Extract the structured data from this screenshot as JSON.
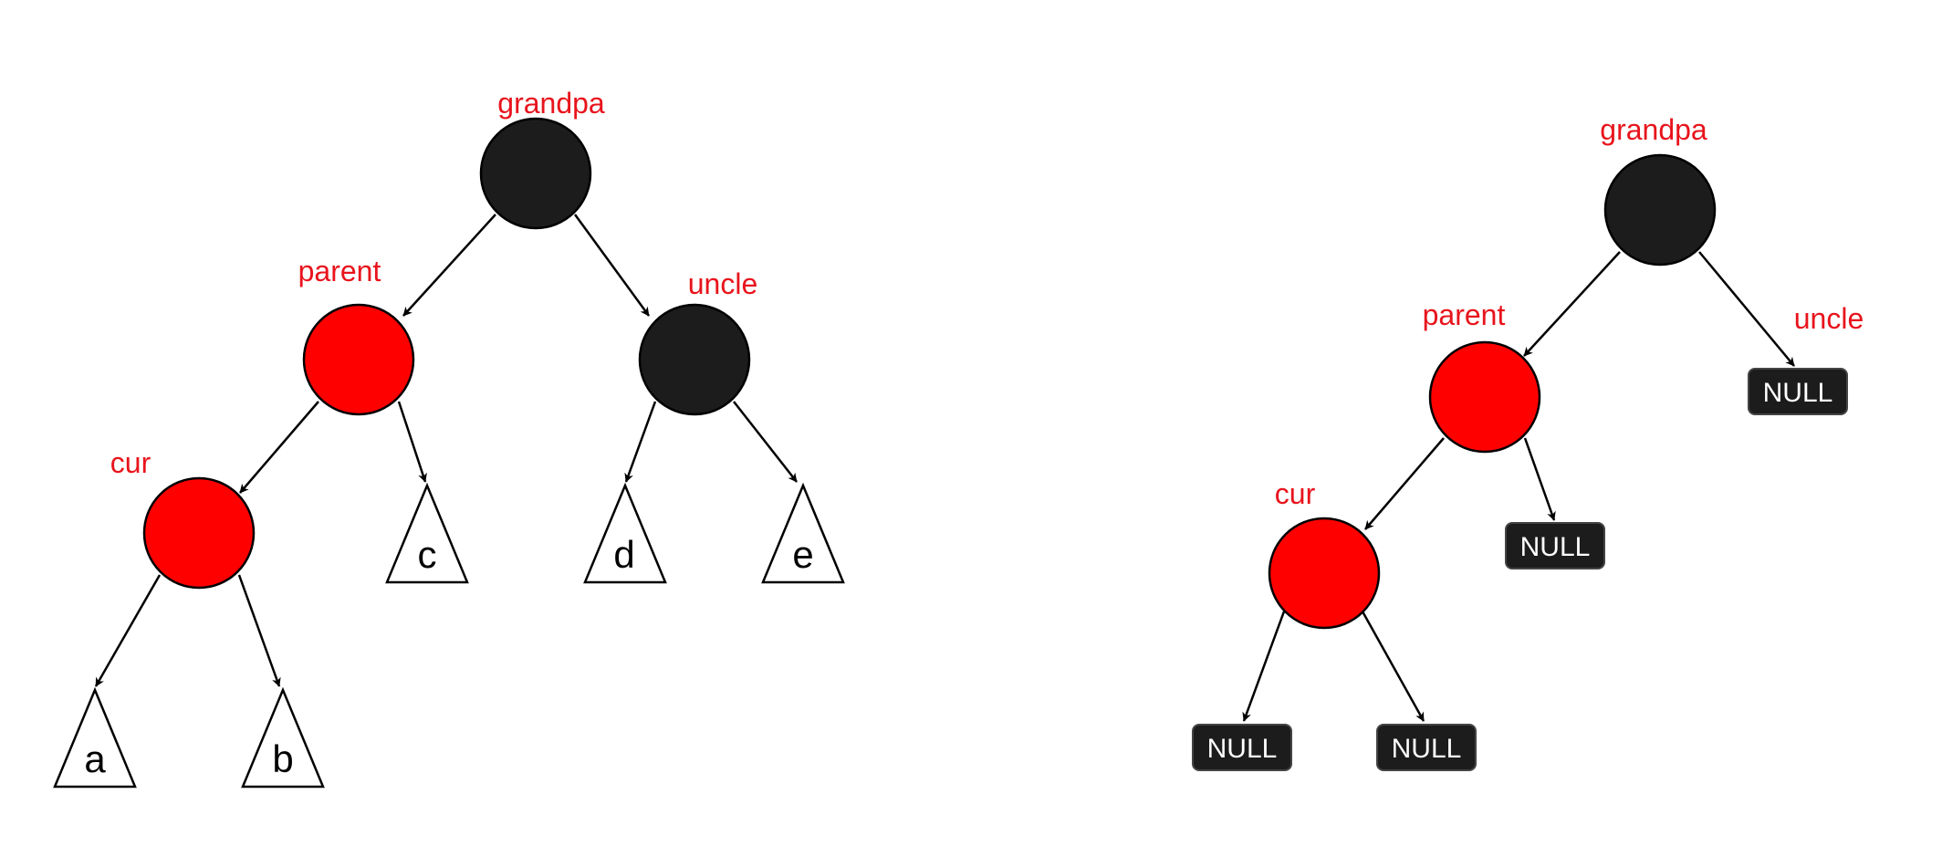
{
  "colors": {
    "red_node": "#ff0000",
    "black_node": "#1c1c1c",
    "label_red": "#e8141c",
    "null_box": "#1c1c1c"
  },
  "left_tree": {
    "grandpa": {
      "label": "grandpa",
      "color": "black"
    },
    "parent": {
      "label": "parent",
      "color": "red"
    },
    "uncle": {
      "label": "uncle",
      "color": "black"
    },
    "cur": {
      "label": "cur",
      "color": "red"
    },
    "subtrees": {
      "a": "a",
      "b": "b",
      "c": "c",
      "d": "d",
      "e": "e"
    }
  },
  "right_tree": {
    "grandpa": {
      "label": "grandpa",
      "color": "black"
    },
    "parent": {
      "label": "parent",
      "color": "red"
    },
    "cur": {
      "label": "cur",
      "color": "red"
    },
    "uncle_label": "uncle",
    "nulls": {
      "uncle": "NULL",
      "parent_right": "NULL",
      "cur_left": "NULL",
      "cur_right": "NULL"
    }
  }
}
